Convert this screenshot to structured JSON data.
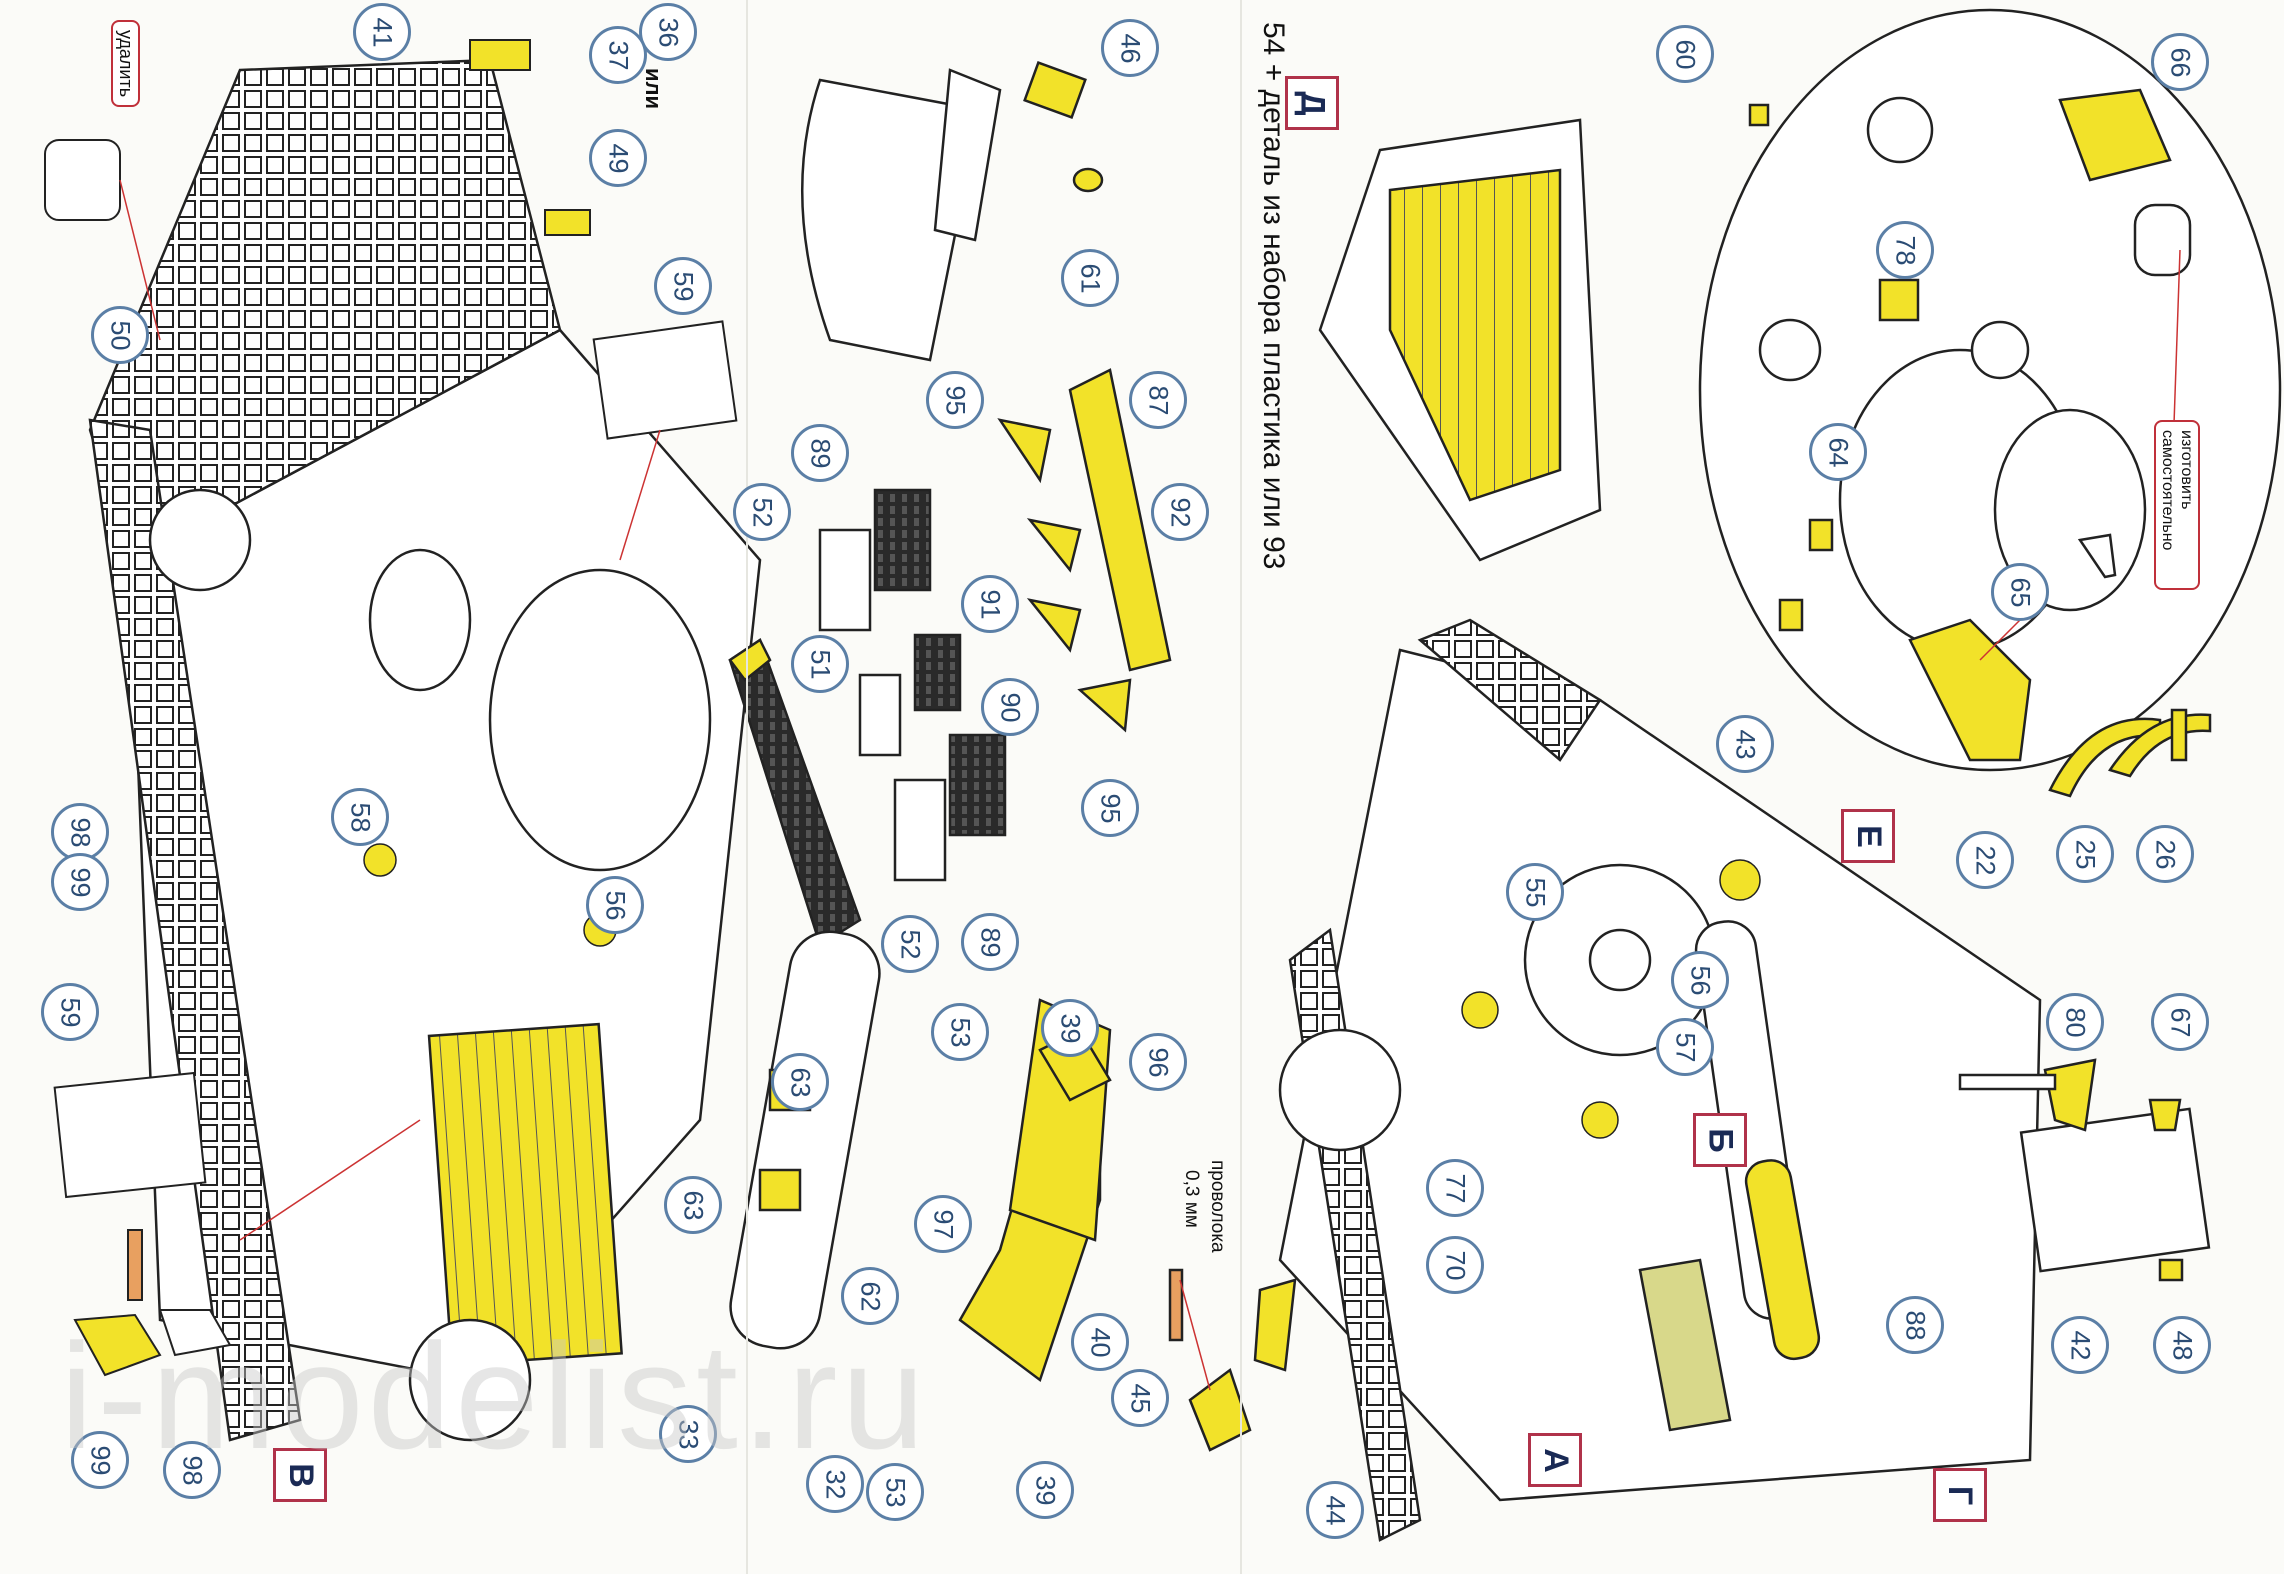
{
  "colors": {
    "part_highlight": "#f2e229",
    "callout_ring": "#5b7fa6",
    "callout_text": "#2b4c74",
    "letter_frame": "#b0324a",
    "line_art": "#222222",
    "mesh_dark": "#2a2a2a"
  },
  "callouts": {
    "c41": "41",
    "c36": "36",
    "c37": "37",
    "c49": "49",
    "c50": "50",
    "c59a": "59",
    "c59b": "59",
    "c58": "58",
    "c98a": "98",
    "c99a": "99",
    "c98b": "98",
    "c99b": "99",
    "c56a": "56",
    "c46": "46",
    "c61": "61",
    "c87": "87",
    "c95a": "95",
    "c95b": "95",
    "c89a": "89",
    "c89b": "89",
    "c52a": "52",
    "c52b": "52",
    "c51": "51",
    "c92": "92",
    "c91": "91",
    "c90": "90",
    "c53a": "53",
    "c53b": "53",
    "c39a": "39",
    "c39b": "39",
    "c96": "96",
    "c63a": "63",
    "c63b": "63",
    "c62": "62",
    "c97": "97",
    "c40": "40",
    "c33": "33",
    "c32": "32",
    "c45": "45",
    "c44": "44",
    "c60": "60",
    "c66": "66",
    "c78": "78",
    "c64": "64",
    "c65": "65",
    "c43": "43",
    "c22": "22",
    "c25": "25",
    "c26": "26",
    "c55": "55",
    "c56b": "56",
    "c57": "57",
    "c77": "77",
    "c70": "70",
    "c88": "88",
    "c80": "80",
    "c67": "67",
    "c42": "42",
    "c48": "48"
  },
  "letters": {
    "V": "В",
    "D": "Д",
    "E": "Е",
    "B": "Б",
    "A": "А",
    "G": "Г"
  },
  "notes": {
    "remove": "удалить",
    "or": "или",
    "wire": "проволока",
    "wire_size": "0,3 мм",
    "plastic_set": "54 + деталь из набора пластика или 93",
    "make_yourself_1": "изготовить",
    "make_yourself_2": "самостоятельно"
  },
  "watermark": "i-modelist.ru"
}
